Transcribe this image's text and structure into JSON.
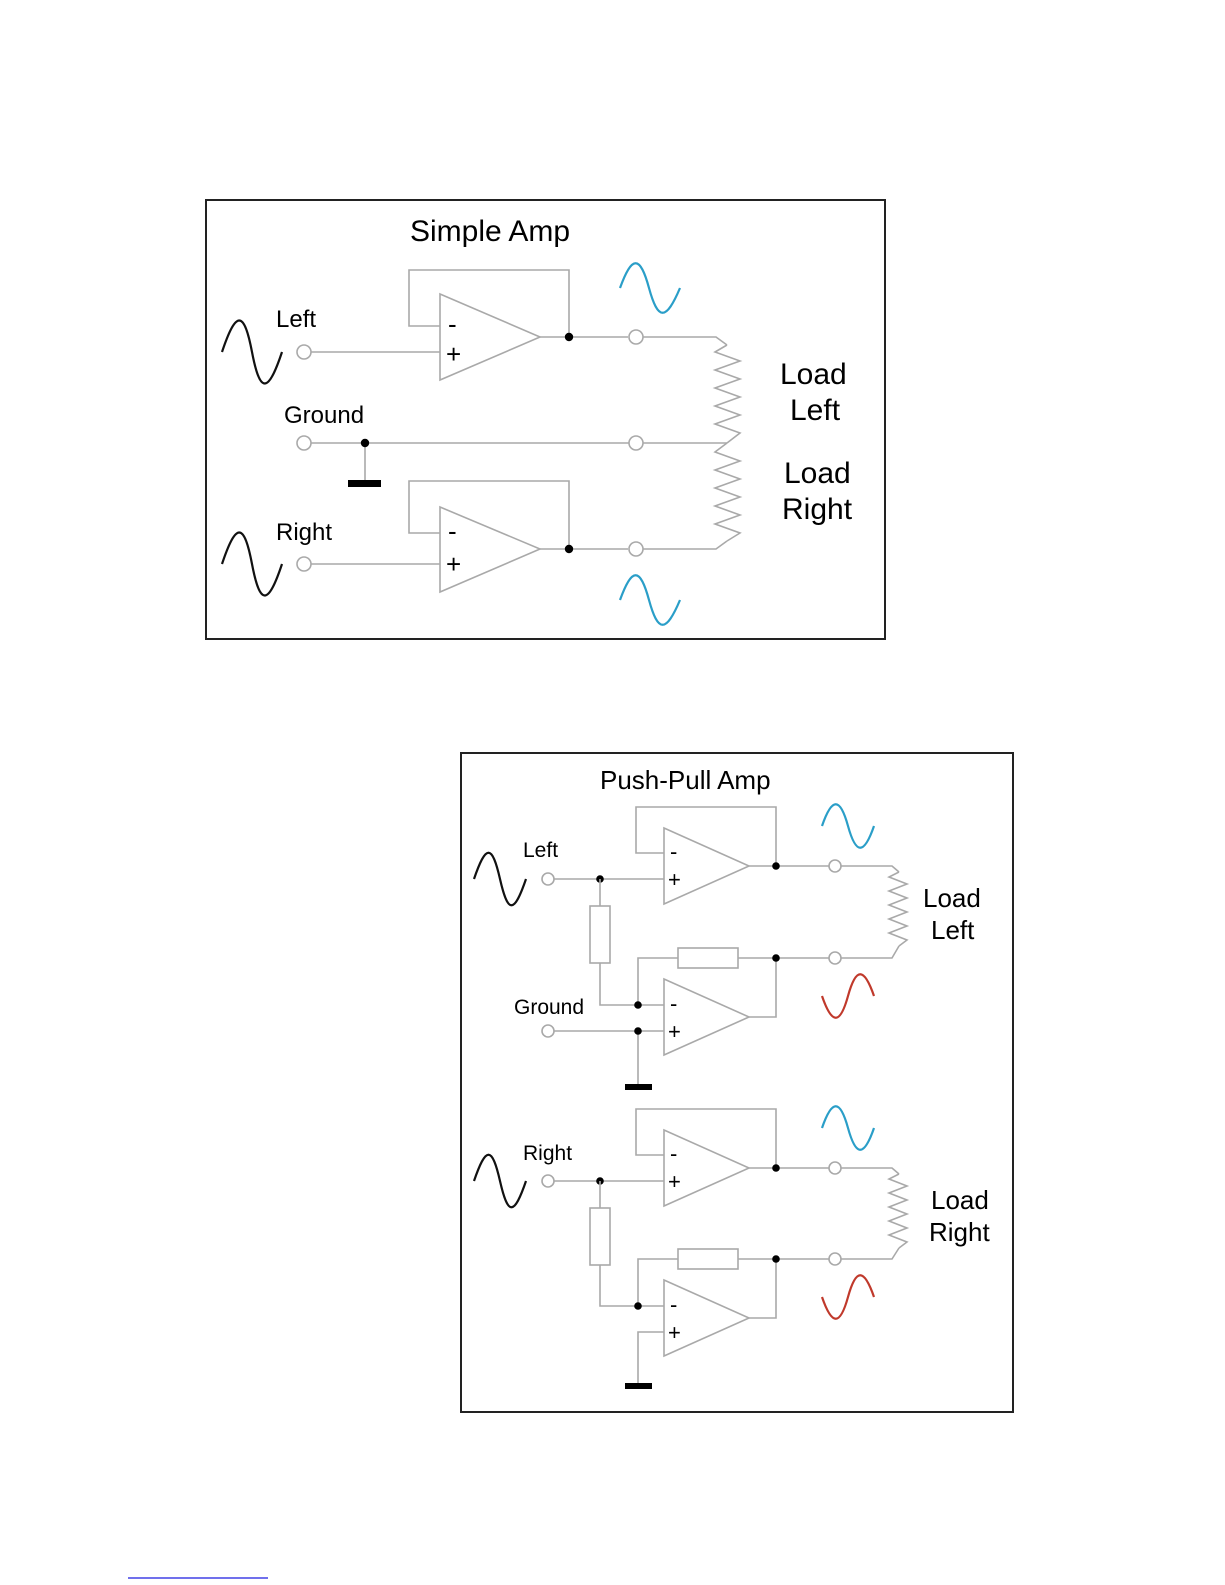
{
  "simple": {
    "title": "Simple Amp",
    "left_label": "Left",
    "ground_label": "Ground",
    "right_label": "Right",
    "load_left": [
      "Load",
      "Left"
    ],
    "load_right": [
      "Load",
      "Right"
    ]
  },
  "pushpull": {
    "title": "Push-Pull Amp",
    "left_label": "Left",
    "ground_label": "Ground",
    "right_label": "Right",
    "load_left": [
      "Load",
      "Left"
    ],
    "load_right": [
      "Load",
      "Right"
    ]
  },
  "opamp": {
    "minus": "-",
    "plus": "+"
  },
  "colors": {
    "input_wave": "#111111",
    "output_in_phase": "#2a9ec8",
    "output_inverted": "#c0392b",
    "wire": "#a9a9a9"
  }
}
